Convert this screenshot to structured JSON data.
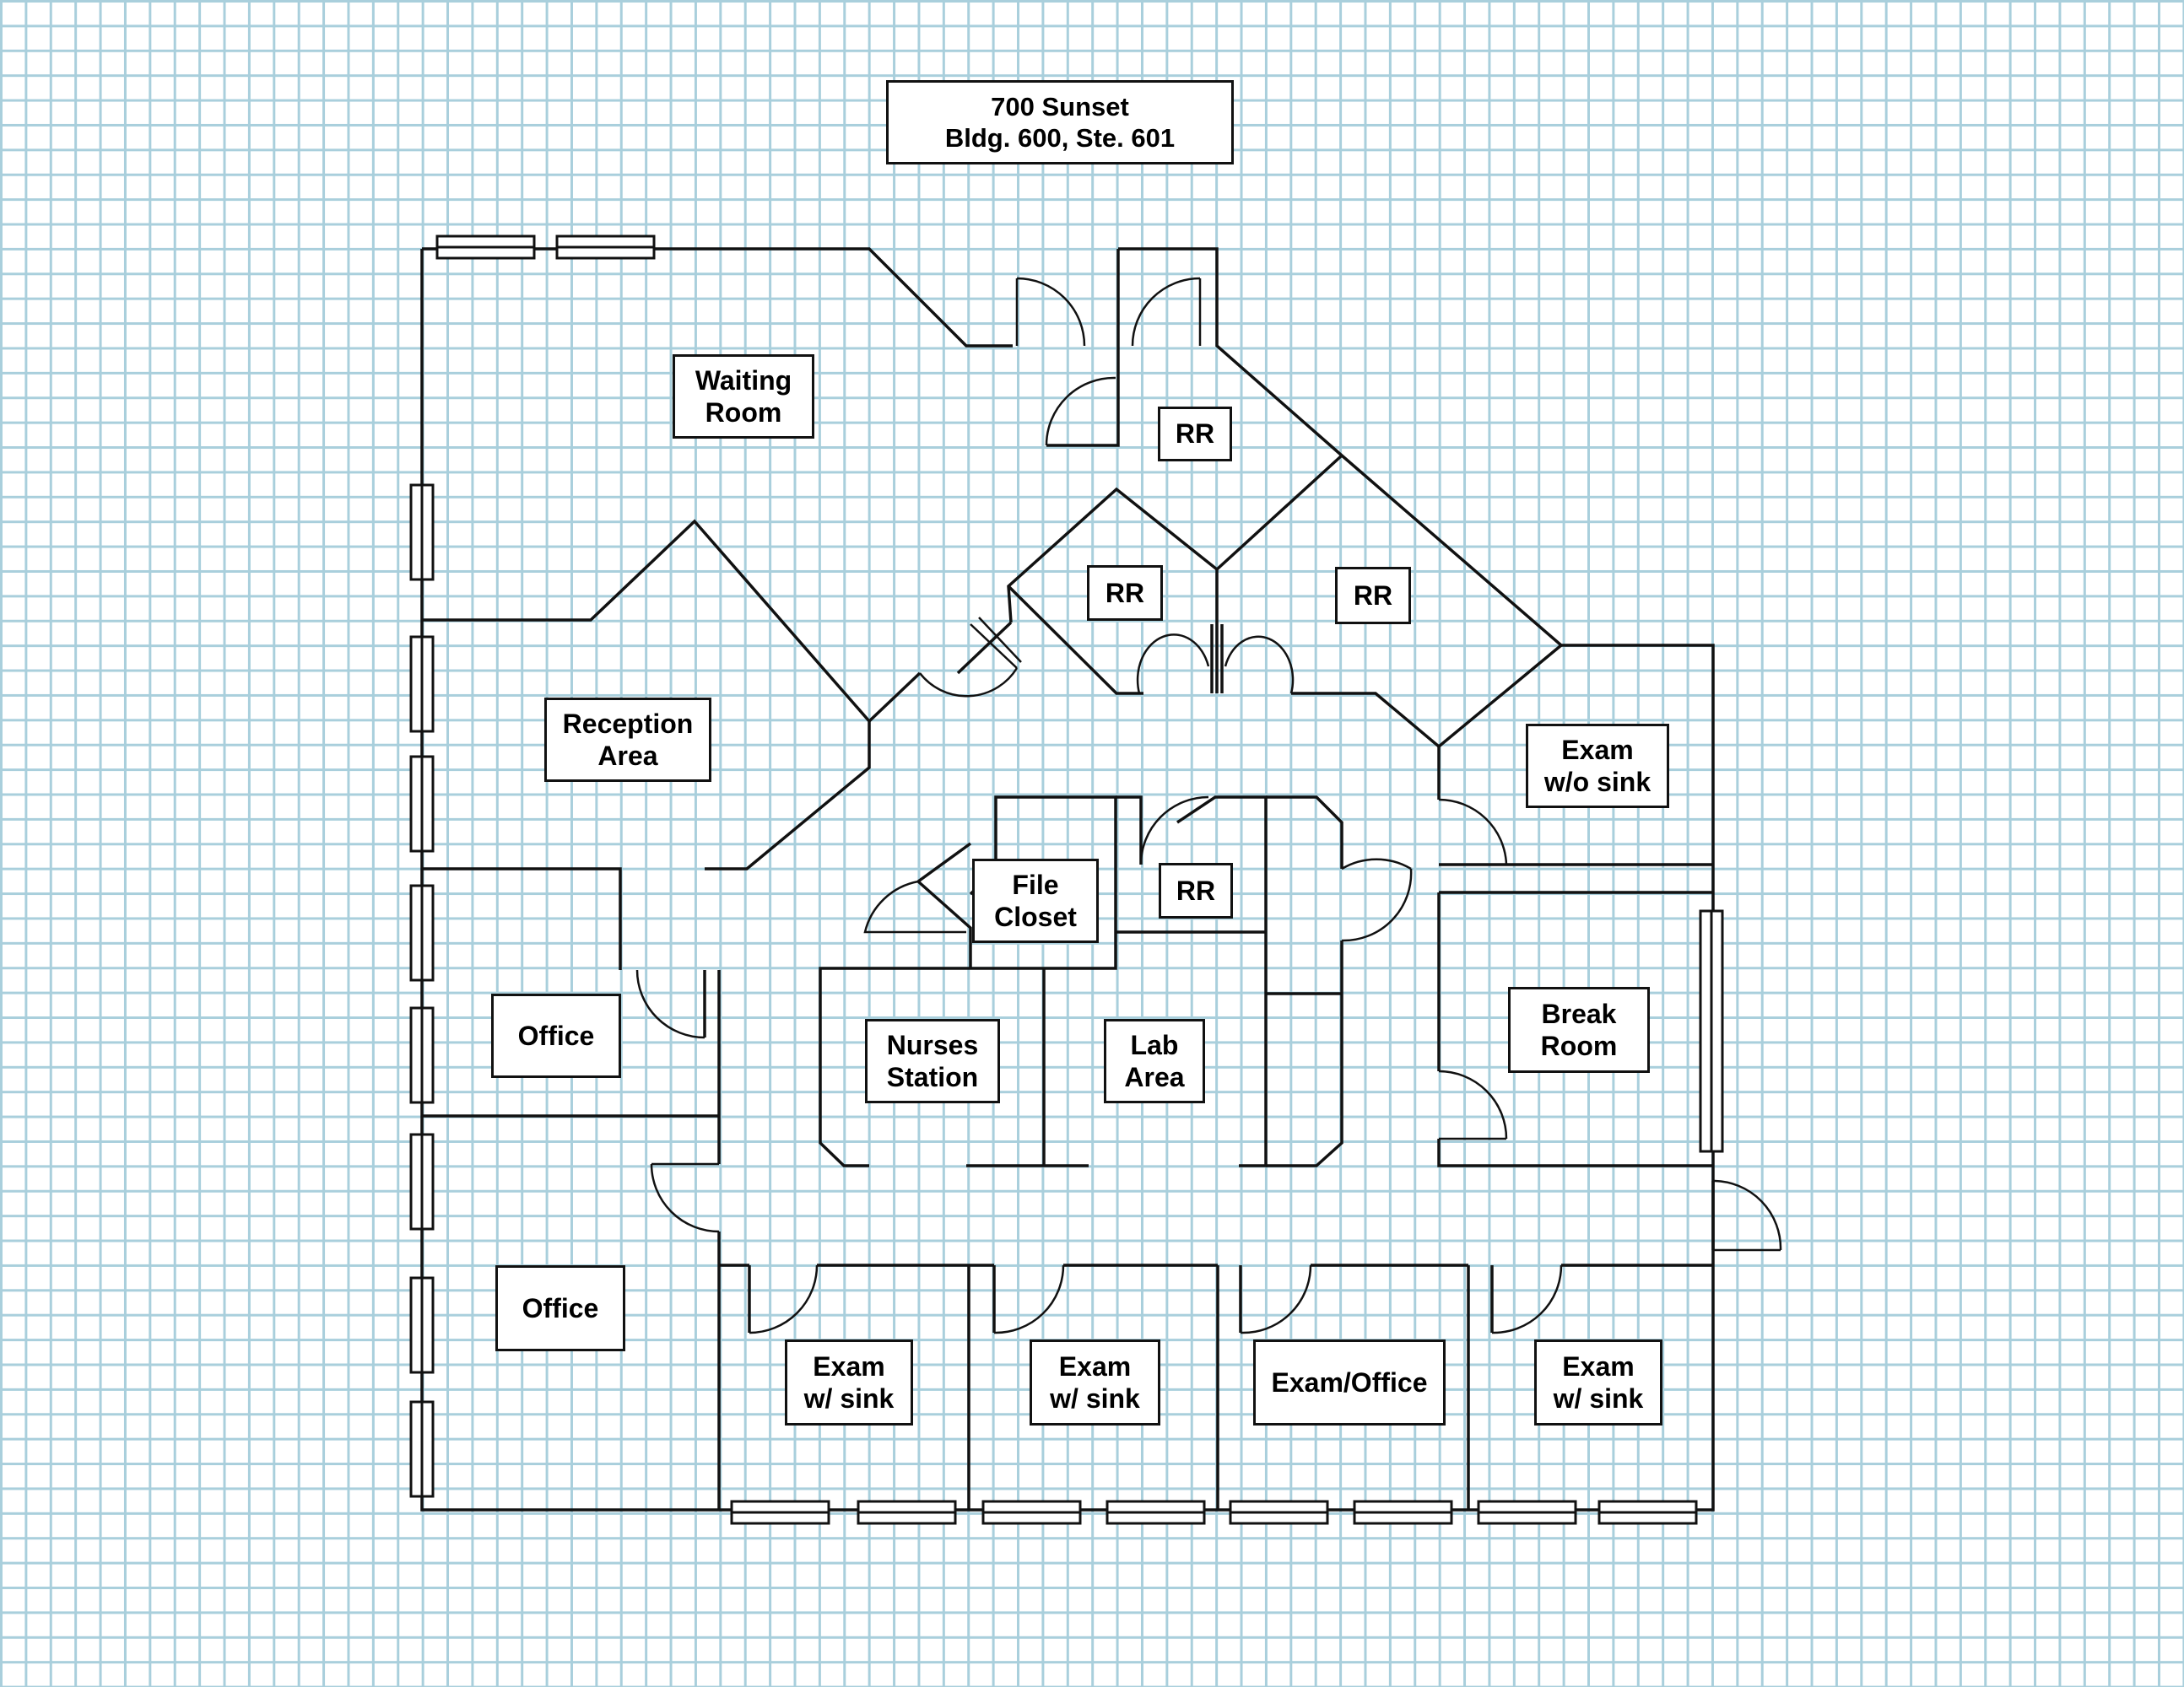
{
  "title": {
    "line1": "700 Sunset",
    "line2": "Bldg. 600, Ste. 601"
  },
  "rooms": {
    "waiting_room": [
      "Waiting",
      "Room"
    ],
    "reception_area": [
      "Reception",
      "Area"
    ],
    "office_upper": [
      "Office"
    ],
    "office_lower": [
      "Office"
    ],
    "rr_top": [
      "RR"
    ],
    "rr_left": [
      "RR"
    ],
    "rr_right": [
      "RR"
    ],
    "rr_center": [
      "RR"
    ],
    "file_closet": [
      "File",
      "Closet"
    ],
    "nurses_station": [
      "Nurses",
      "Station"
    ],
    "lab_area": [
      "Lab",
      "Area"
    ],
    "exam_no_sink": [
      "Exam",
      "w/o sink"
    ],
    "break_room": [
      "Break",
      "Room"
    ],
    "exam_sink_1": [
      "Exam",
      "w/ sink"
    ],
    "exam_sink_2": [
      "Exam",
      "w/ sink"
    ],
    "exam_office": [
      "Exam/Office"
    ],
    "exam_sink_3": [
      "Exam",
      "w/ sink"
    ]
  },
  "colors": {
    "grid": "#a9cfdc",
    "line": "#111111",
    "background": "#ffffff"
  }
}
